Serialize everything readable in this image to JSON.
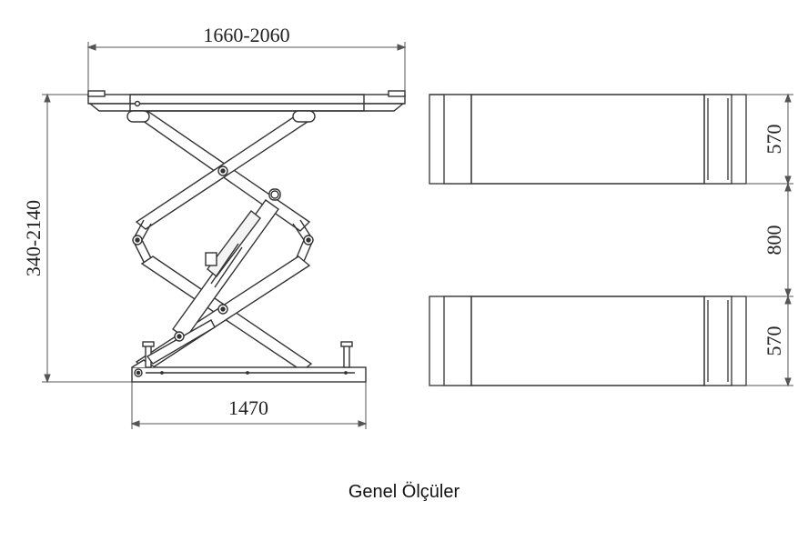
{
  "dimensions": {
    "top_width": "1660-2060",
    "height_range": "340-2140",
    "base_width": "1470",
    "platform_width_upper": "570",
    "gap_between": "800",
    "platform_width_lower": "570"
  },
  "caption": "Genel Ölçüler",
  "colors": {
    "line": "#333333",
    "dim": "#555555"
  }
}
